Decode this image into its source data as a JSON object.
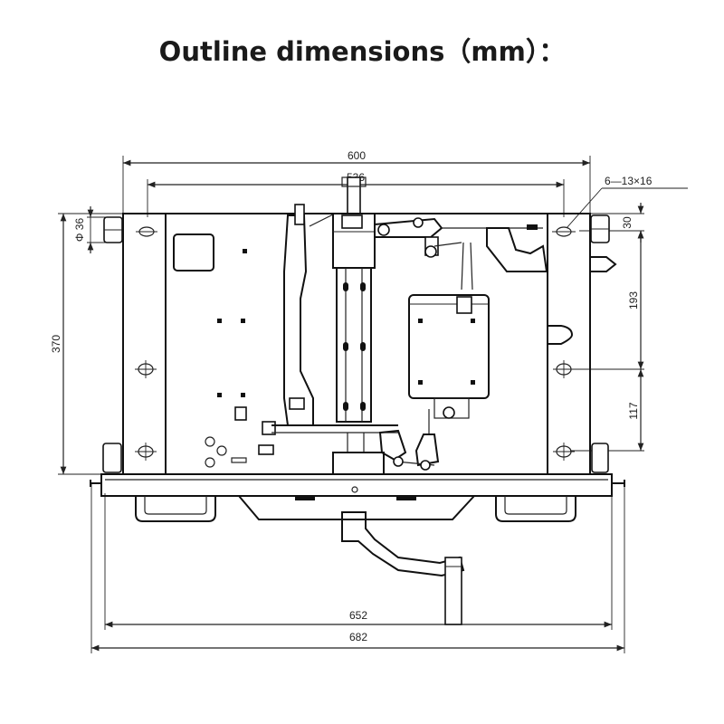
{
  "title": "Outline dimensions（mm）：",
  "dimensions": {
    "overall_width": "600",
    "inner_width": "536",
    "hole_spec": "6—13×16",
    "height": "370",
    "top_hole_diameter": "Φ 36",
    "top_offset": "30",
    "upper_spacing": "193",
    "lower_spacing": "117",
    "base_width": "652",
    "total_width": "682"
  },
  "colors": {
    "line": "#222222",
    "background": "#ffffff"
  }
}
